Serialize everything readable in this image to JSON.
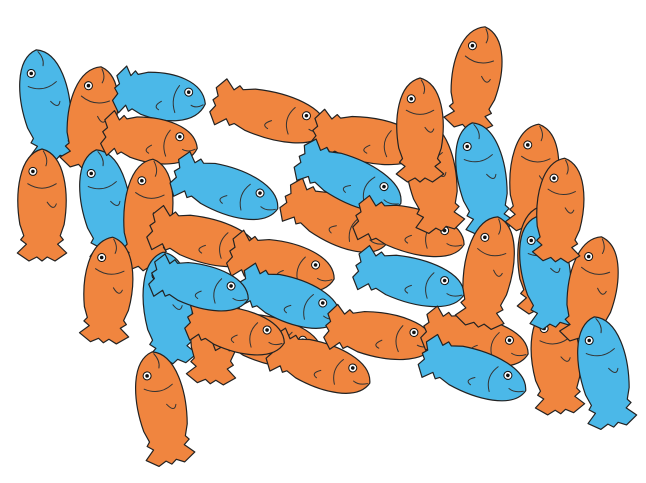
{
  "image": {
    "subject": "tessellation",
    "colors": {
      "orange": "#F0853F",
      "blue": "#4BB8E8",
      "outline": "#222222",
      "background": "#FFFFFF"
    }
  },
  "fish": [
    {
      "color": "blue"
    },
    {
      "color": "orange"
    },
    {
      "color": "blue"
    },
    {
      "color": "orange"
    },
    {
      "color": "blue"
    },
    {
      "color": "orange"
    },
    {
      "color": "orange"
    },
    {
      "color": "blue"
    },
    {
      "color": "orange"
    },
    {
      "color": "orange"
    },
    {
      "color": "orange"
    },
    {
      "color": "blue"
    },
    {
      "color": "orange"
    },
    {
      "color": "orange"
    },
    {
      "color": "orange"
    },
    {
      "color": "orange"
    },
    {
      "color": "blue"
    },
    {
      "color": "orange"
    },
    {
      "color": "orange"
    },
    {
      "color": "blue"
    },
    {
      "color": "orange"
    },
    {
      "color": "orange"
    },
    {
      "color": "orange"
    },
    {
      "color": "blue"
    },
    {
      "color": "orange"
    },
    {
      "color": "orange"
    },
    {
      "color": "blue"
    },
    {
      "color": "orange"
    },
    {
      "color": "blue"
    },
    {
      "color": "orange"
    },
    {
      "color": "orange"
    },
    {
      "color": "orange"
    },
    {
      "color": "orange"
    },
    {
      "color": "blue"
    },
    {
      "color": "orange"
    },
    {
      "color": "blue"
    },
    {
      "color": "orange"
    },
    {
      "color": "orange"
    },
    {
      "color": "orange"
    },
    {
      "color": "blue"
    }
  ]
}
